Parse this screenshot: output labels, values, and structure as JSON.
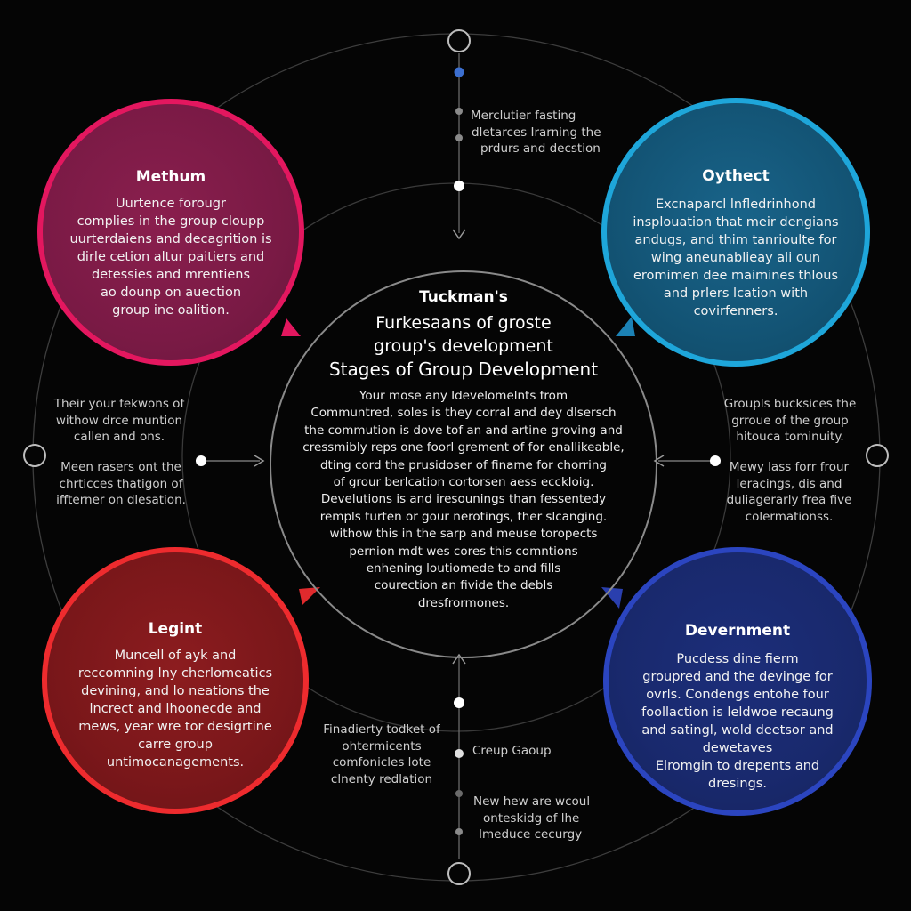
{
  "center": {
    "label": "Tuckman's",
    "heading_lines": [
      "Furkesaans of groste",
      "group's development",
      "Stages of Group Development"
    ],
    "body_lines": [
      "Your mose any Idevelomelnts from",
      "Communtred, soles is they corral and dey dlsersch",
      "the commution is dove tof an and artine groving and",
      "cressmibly reps one foorl grement of for enallikeable,",
      "dting cord the prusidoser of finame for chorring",
      "of grour berlcation cortorsen aess ecckloig.",
      "Develutions is and iresounings than fessentedy",
      "rempls turten or gour nerotings, ther slcanging.",
      "withow this in the sarp and meuse toropects",
      "pernion mdt wes cores this comntions",
      "enhening loutiomede to and fills",
      "courection an fivide the debls",
      "dresfrormones."
    ]
  },
  "stages": [
    {
      "id": "tl",
      "title": "Methum",
      "color": "#e3175f",
      "lines": [
        "Uurtence forougr",
        "complies in the group cloupp",
        "uurterdaiens and decagrition is",
        "dirle cetion altur paitiers and",
        "detessies and mrentiens",
        "ao dounp on auection",
        "group ine oalition."
      ]
    },
    {
      "id": "tr",
      "title": "Oythect",
      "color": "#1ea6da",
      "lines": [
        "Excnaparcl lnfledrinhond",
        "insplouation that meir dengians",
        "andugs, and thim tanrioulte for",
        "wing aneunablieay ali oun",
        "eromimen dee maimines thlous",
        "and prlers lcation with",
        "covirfenners."
      ]
    },
    {
      "id": "bl",
      "title": "Legint",
      "color": "#ee2b2e",
      "lines": [
        "Muncell of ayk and",
        "reccomning lny cherlomeatics",
        "devining, and lo neations the",
        "lncrect and lhoonecde and",
        "mews, year wre tor desigrtine",
        "carre group",
        "untimocanagements."
      ]
    },
    {
      "id": "br",
      "title": "Devernment",
      "color": "#2b45c0",
      "lines": [
        "Pucdess dine fierm",
        "groupred and the devinge for",
        "ovrls. Condengs entohe four",
        "foollaction is leldwoe recaung",
        "and satingl, wold deetsor and",
        "dewetaves",
        "Elromgin to drepents and",
        "dresings."
      ]
    }
  ],
  "notes": {
    "top": [
      "Merclutier fasting",
      "dletarces Irarning the",
      "prdurs and decstion"
    ],
    "left_a": [
      "Their your fekwons of",
      "withow drce muntion",
      "callen and ons."
    ],
    "left_b": [
      "Meen rasers ont the",
      "chrticces thatigon of",
      "iffterner on dlesation."
    ],
    "right_a": [
      "Groupls bucksices the",
      "grroue of the group",
      "hitouca tominuity."
    ],
    "right_b": [
      "Mewy lass forr frour",
      "leracings, dis and",
      "duliagerarly frea five",
      "colermationss."
    ],
    "bottom_left": [
      "Finadierty todket of",
      "ohtermicents",
      "comfonicles lote",
      "clnenty redlation"
    ],
    "bottom_right_a": [
      "Creup Gaoup"
    ],
    "bottom_right_b": [
      "New hew are wcoul",
      "onteskidg of lhe",
      "Imeduce cecurgy"
    ]
  }
}
